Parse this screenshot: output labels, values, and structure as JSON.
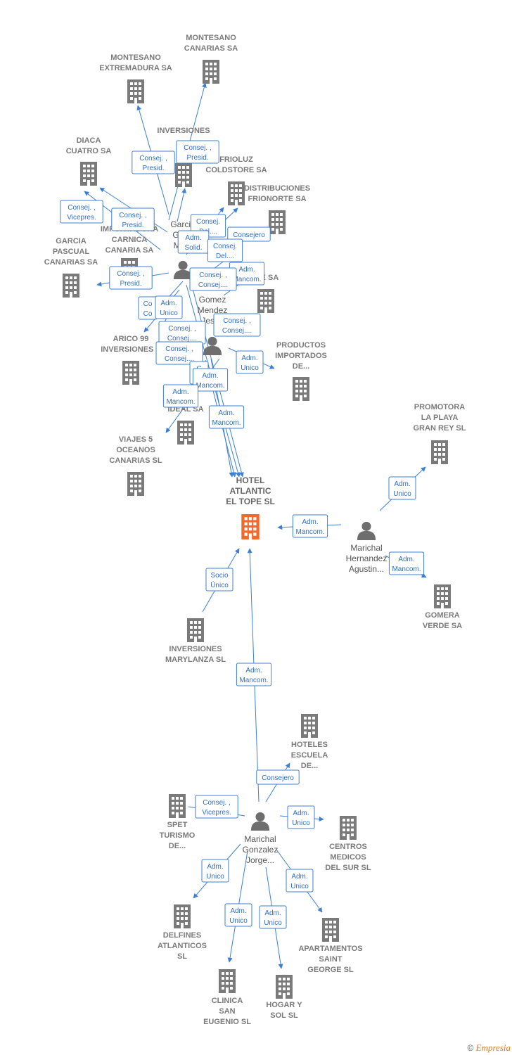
{
  "colors": {
    "edge": "#3d7fd4",
    "company": "#7a7a7a",
    "center_company": "#f26a2b",
    "person": "#6e6e6e"
  },
  "center": {
    "lines": [
      "HOTEL",
      "ATLANTIC",
      "EL TOPE  SL"
    ]
  },
  "companies": [
    {
      "id": "montesano-canarias",
      "lines": [
        "MONTESANO",
        "CANARIAS SA"
      ]
    },
    {
      "id": "montesano-extremadura",
      "lines": [
        "MONTESANO",
        "EXTREMADURA SA"
      ]
    },
    {
      "id": "inversiones",
      "lines": [
        "INVERSIONES"
      ]
    },
    {
      "id": "diaca-cuatro",
      "lines": [
        "DIACA",
        "CUATRO SA"
      ]
    },
    {
      "id": "frioluz",
      "lines": [
        "FRIOLUZ",
        "COLDSTORE SA"
      ]
    },
    {
      "id": "distribuciones",
      "lines": [
        "DISTRIBUCIONES",
        "FRIONORTE SA"
      ]
    },
    {
      "id": "importadora-carnica",
      "lines": [
        "IMPORTADORA",
        "CARNICA",
        "CANARIA SA"
      ]
    },
    {
      "id": "garcia-pascual",
      "lines": [
        "GARCIA",
        "PASCUAL",
        "CANARIAS SA"
      ]
    },
    {
      "id": "ide",
      "lines": [
        "IDE SA"
      ]
    },
    {
      "id": "arico",
      "lines": [
        "ARICO 99",
        "INVERSIONES S"
      ]
    },
    {
      "id": "productos",
      "lines": [
        "PRODUCTOS",
        "IMPORTADOS",
        "DE..."
      ]
    },
    {
      "id": "ideal",
      "lines": [
        "IDEAL SA"
      ]
    },
    {
      "id": "viajes",
      "lines": [
        "VIAJES 5",
        "OCEANOS",
        "CANARIAS SL"
      ]
    },
    {
      "id": "promotora",
      "lines": [
        "PROMOTORA",
        "LA PLAYA",
        "GRAN REY  SL"
      ]
    },
    {
      "id": "gomera",
      "lines": [
        "GOMERA",
        "VERDE SA"
      ]
    },
    {
      "id": "marylanza",
      "lines": [
        "INVERSIONES",
        "MARYLANZA SL"
      ]
    },
    {
      "id": "hoteles",
      "lines": [
        "HOTELES",
        "ESCUELA",
        "DE..."
      ]
    },
    {
      "id": "spet",
      "lines": [
        "SPET",
        "TURISMO",
        "DE..."
      ]
    },
    {
      "id": "centros",
      "lines": [
        "CENTROS",
        "MEDICOS",
        "DEL SUR SL"
      ]
    },
    {
      "id": "delfines",
      "lines": [
        "DELFINES",
        "ATLANTICOS",
        "SL"
      ]
    },
    {
      "id": "apartamentos",
      "lines": [
        "APARTAMENTOS",
        "SAINT",
        "GEORGE  SL"
      ]
    },
    {
      "id": "clinica",
      "lines": [
        "CLINICA",
        "SAN",
        "EUGENIO SL"
      ]
    },
    {
      "id": "hogar",
      "lines": [
        "HOGAR Y",
        "SOL  SL"
      ]
    }
  ],
  "persons": [
    {
      "id": "garcia",
      "lines": [
        "Garcia",
        "Gar...",
        "Ma..."
      ]
    },
    {
      "id": "gomez",
      "lines": [
        "Gomez",
        "Mendez",
        "Jesus"
      ]
    },
    {
      "id": "marichal-agustin",
      "lines": [
        "Marichal",
        "Hernandez",
        "Agustin..."
      ]
    },
    {
      "id": "marichal-jorge",
      "lines": [
        "Marichal",
        "Gonzalez",
        "Jorge..."
      ]
    }
  ],
  "relations": [
    {
      "id": "r1",
      "lines": [
        "Consej. ,",
        "Presid."
      ]
    },
    {
      "id": "r2",
      "lines": [
        "Consej. ,",
        "Presid."
      ]
    },
    {
      "id": "r3",
      "lines": [
        "Consej. ,",
        "Vicepres."
      ]
    },
    {
      "id": "r4",
      "lines": [
        "Consej. ,",
        "Presid."
      ]
    },
    {
      "id": "r5",
      "lines": [
        "Consej.",
        "Del...."
      ]
    },
    {
      "id": "r6",
      "lines": [
        "Adm.",
        "Solid."
      ]
    },
    {
      "id": "r7",
      "lines": [
        "Consejero"
      ]
    },
    {
      "id": "r8",
      "lines": [
        "Consej.",
        "Del...."
      ]
    },
    {
      "id": "r9",
      "lines": [
        "Consej. ,",
        "Presid."
      ]
    },
    {
      "id": "r10",
      "lines": [
        "Adm.",
        "Mancom."
      ]
    },
    {
      "id": "r11",
      "lines": [
        "Consej. ,",
        "Consej...."
      ]
    },
    {
      "id": "r12",
      "lines": [
        "Co",
        "Co"
      ]
    },
    {
      "id": "r13",
      "lines": [
        "Adm.",
        "Unico"
      ]
    },
    {
      "id": "r14",
      "lines": [
        "Consej. ,",
        "Consej...."
      ]
    },
    {
      "id": "r15",
      "lines": [
        "Consej. ,",
        "Consej...."
      ]
    },
    {
      "id": "r16",
      "lines": [
        "Consej. ,",
        "Consej...."
      ]
    },
    {
      "id": "r17",
      "lines": [
        "Adm.",
        "Unico"
      ]
    },
    {
      "id": "r18",
      "lines": [
        "C",
        "C"
      ]
    },
    {
      "id": "r19",
      "lines": [
        "Adm.",
        "Mancom."
      ]
    },
    {
      "id": "r20",
      "lines": [
        "Adm.",
        "Mancom."
      ]
    },
    {
      "id": "r21",
      "lines": [
        "Adm.",
        "Mancom."
      ]
    },
    {
      "id": "r22",
      "lines": [
        "Adm.",
        "Unico"
      ]
    },
    {
      "id": "r23",
      "lines": [
        "Adm.",
        "Mancom."
      ]
    },
    {
      "id": "r24",
      "lines": [
        "Adm.",
        "Mancom."
      ]
    },
    {
      "id": "r25",
      "lines": [
        "Socio",
        "Único"
      ]
    },
    {
      "id": "r26",
      "lines": [
        "Adm.",
        "Mancom."
      ]
    },
    {
      "id": "r27",
      "lines": [
        "Consejero"
      ]
    },
    {
      "id": "r28",
      "lines": [
        "Consej. ,",
        "Vicepres."
      ]
    },
    {
      "id": "r29",
      "lines": [
        "Adm.",
        "Unico"
      ]
    },
    {
      "id": "r30",
      "lines": [
        "Adm.",
        "Unico"
      ]
    },
    {
      "id": "r31",
      "lines": [
        "Adm.",
        "Unico"
      ]
    },
    {
      "id": "r32",
      "lines": [
        "Adm.",
        "Unico"
      ]
    },
    {
      "id": "r33",
      "lines": [
        "Adm.",
        "Unico"
      ]
    }
  ],
  "footer": {
    "copyright": "©",
    "brand": "Empresia"
  }
}
